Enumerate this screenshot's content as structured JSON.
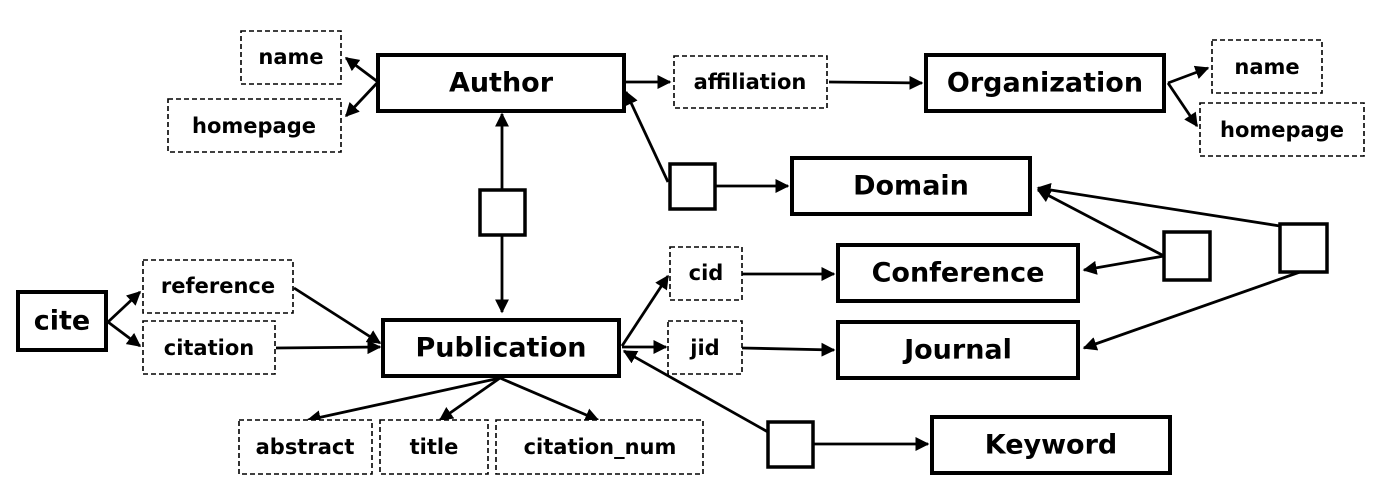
{
  "entities": {
    "author": "Author",
    "organization": "Organization",
    "domain": "Domain",
    "conference": "Conference",
    "journal": "Journal",
    "publication": "Publication",
    "keyword": "Keyword",
    "cite": "cite"
  },
  "attributes": {
    "author_name": "name",
    "author_homepage": "homepage",
    "affiliation": "affiliation",
    "org_name": "name",
    "org_homepage": "homepage",
    "reference": "reference",
    "citation": "citation",
    "cid": "cid",
    "jid": "jid",
    "abstract": "abstract",
    "title": "title",
    "citation_num": "citation_num"
  },
  "colors": {
    "stroke": "#000000",
    "background": "#ffffff"
  }
}
